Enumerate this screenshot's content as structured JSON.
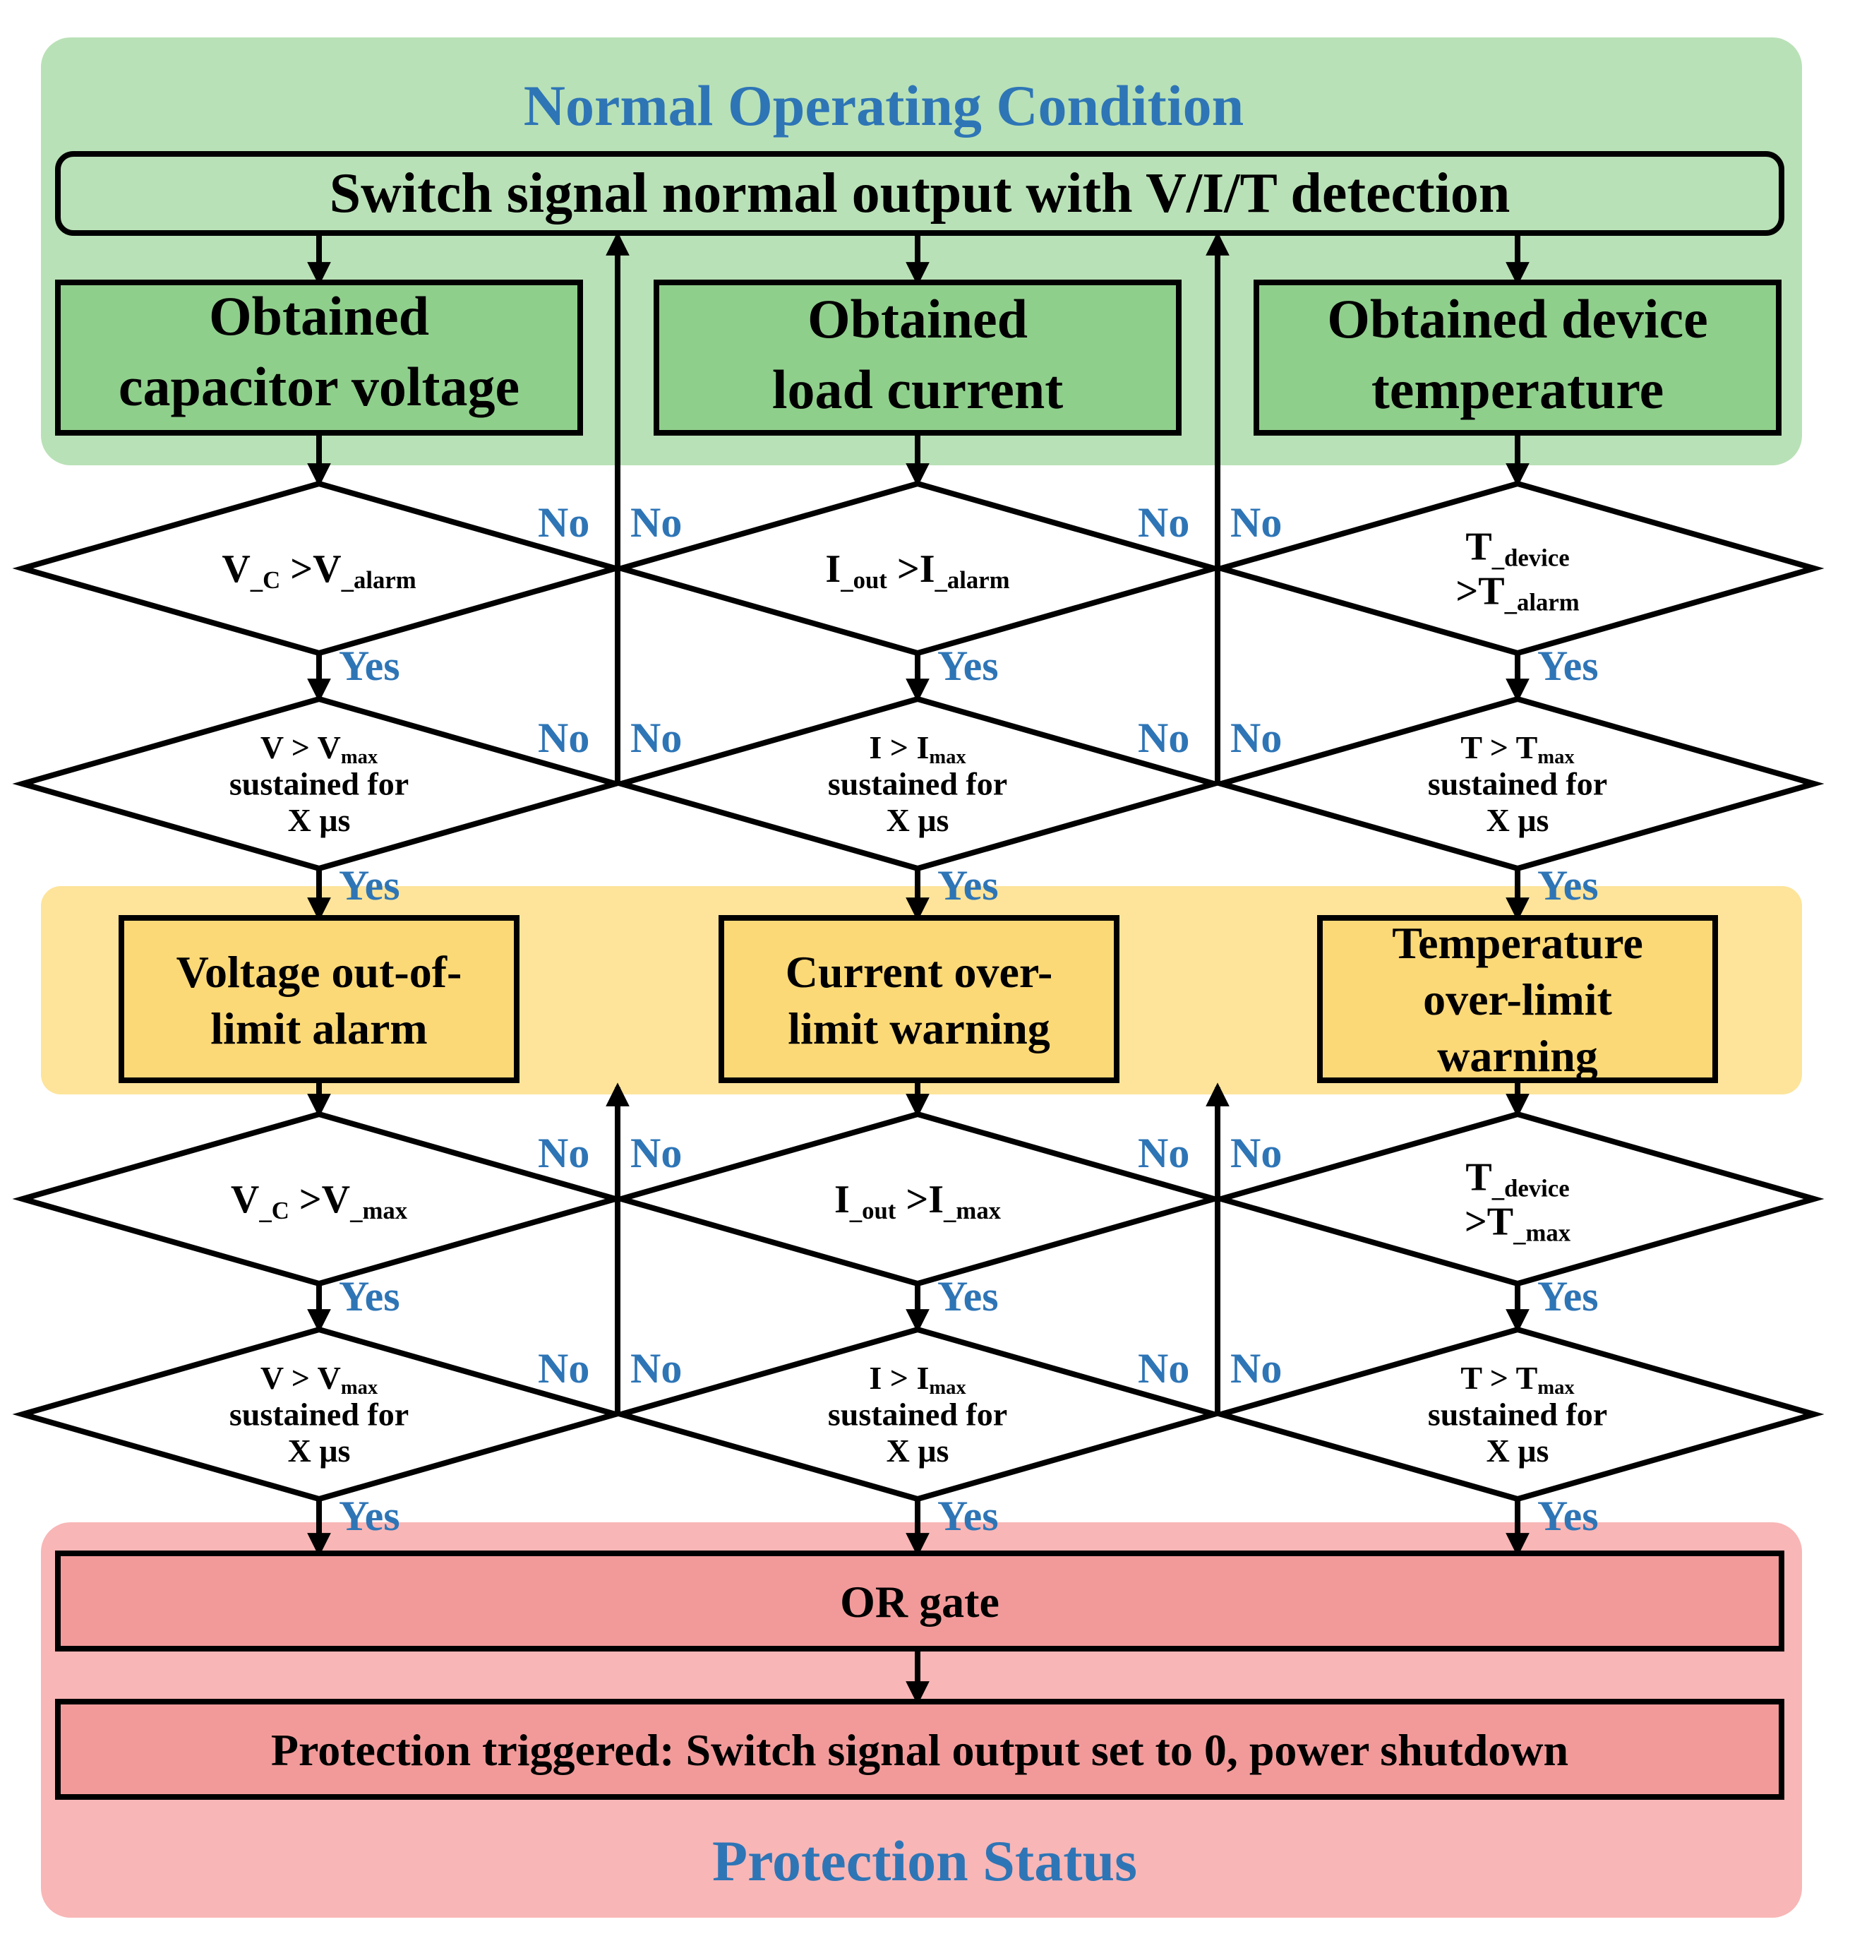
{
  "colors": {
    "normal_zone": "#b9e1b7",
    "normal_box": "#8fcf8c",
    "warning_zone": "#fde49a",
    "warning_box": "#fcd977",
    "protection_zone": "#f8b6b6",
    "protection_box": "#f29a9a",
    "label_blue": "#2e75b6",
    "line": "#000000"
  },
  "zones": {
    "normal": {
      "title": "Normal Operating Condition"
    },
    "protection": {
      "title": "Protection Status"
    }
  },
  "top_box": {
    "label": "Switch signal normal output with V/I/T detection"
  },
  "columns": [
    {
      "obtain": [
        "Obtained",
        "capacitor voltage"
      ],
      "alarm_check": {
        "lines": [
          [
            [
              "V",
              ""
            ],
            [
              "_C",
              "sub"
            ],
            [
              " >V",
              ""
            ],
            [
              "_alarm",
              "sub"
            ]
          ]
        ]
      },
      "alarm_sustain": {
        "lines": [
          [
            [
              "V > V",
              ""
            ],
            [
              "max",
              "sub"
            ]
          ],
          [
            [
              "sustained for",
              ""
            ]
          ],
          [
            [
              "X μs",
              ""
            ]
          ]
        ]
      },
      "warning": [
        "Voltage out-of-",
        "limit alarm"
      ],
      "max_check": {
        "lines": [
          [
            [
              "V",
              ""
            ],
            [
              "_C",
              "sub"
            ],
            [
              " >V",
              ""
            ],
            [
              "_max",
              "sub"
            ]
          ]
        ]
      },
      "max_sustain": {
        "lines": [
          [
            [
              "V > V",
              ""
            ],
            [
              "max",
              "sub"
            ]
          ],
          [
            [
              "sustained for",
              ""
            ]
          ],
          [
            [
              "X μs",
              ""
            ]
          ]
        ]
      }
    },
    {
      "obtain": [
        "Obtained",
        "load current"
      ],
      "alarm_check": {
        "lines": [
          [
            [
              "I",
              ""
            ],
            [
              "_out",
              "sub"
            ],
            [
              " >I",
              ""
            ],
            [
              "_alarm",
              "sub"
            ]
          ]
        ]
      },
      "alarm_sustain": {
        "lines": [
          [
            [
              "I > I",
              ""
            ],
            [
              "max",
              "sub"
            ]
          ],
          [
            [
              "sustained for",
              ""
            ]
          ],
          [
            [
              "X μs",
              ""
            ]
          ]
        ]
      },
      "warning": [
        "Current over-",
        "limit warning"
      ],
      "max_check": {
        "lines": [
          [
            [
              "I",
              ""
            ],
            [
              "_out",
              "sub"
            ],
            [
              " >I",
              ""
            ],
            [
              "_max",
              "sub"
            ]
          ]
        ]
      },
      "max_sustain": {
        "lines": [
          [
            [
              "I > I",
              ""
            ],
            [
              "max",
              "sub"
            ]
          ],
          [
            [
              "sustained for",
              ""
            ]
          ],
          [
            [
              "X μs",
              ""
            ]
          ]
        ]
      }
    },
    {
      "obtain": [
        "Obtained device",
        "temperature"
      ],
      "alarm_check": {
        "lines": [
          [
            [
              "T",
              ""
            ],
            [
              "_device",
              "sub"
            ]
          ],
          [
            [
              ">T",
              ""
            ],
            [
              "_alarm",
              "sub"
            ]
          ]
        ]
      },
      "alarm_sustain": {
        "lines": [
          [
            [
              "T > T",
              ""
            ],
            [
              "max",
              "sub"
            ]
          ],
          [
            [
              "sustained for",
              ""
            ]
          ],
          [
            [
              "X μs",
              ""
            ]
          ]
        ]
      },
      "warning": [
        "Temperature",
        "over-limit",
        "warning"
      ],
      "max_check": {
        "lines": [
          [
            [
              "T",
              ""
            ],
            [
              "_device",
              "sub"
            ]
          ],
          [
            [
              ">T",
              ""
            ],
            [
              "_max",
              "sub"
            ]
          ]
        ]
      },
      "max_sustain": {
        "lines": [
          [
            [
              "T > T",
              ""
            ],
            [
              "max",
              "sub"
            ]
          ],
          [
            [
              "sustained for",
              ""
            ]
          ],
          [
            [
              "X μs",
              ""
            ]
          ]
        ]
      }
    }
  ],
  "branch_labels": {
    "yes": "Yes",
    "no": "No"
  },
  "or_gate": {
    "label": "OR gate"
  },
  "protection_box": {
    "label": "Protection triggered: Switch signal output set to 0, power shutdown"
  }
}
